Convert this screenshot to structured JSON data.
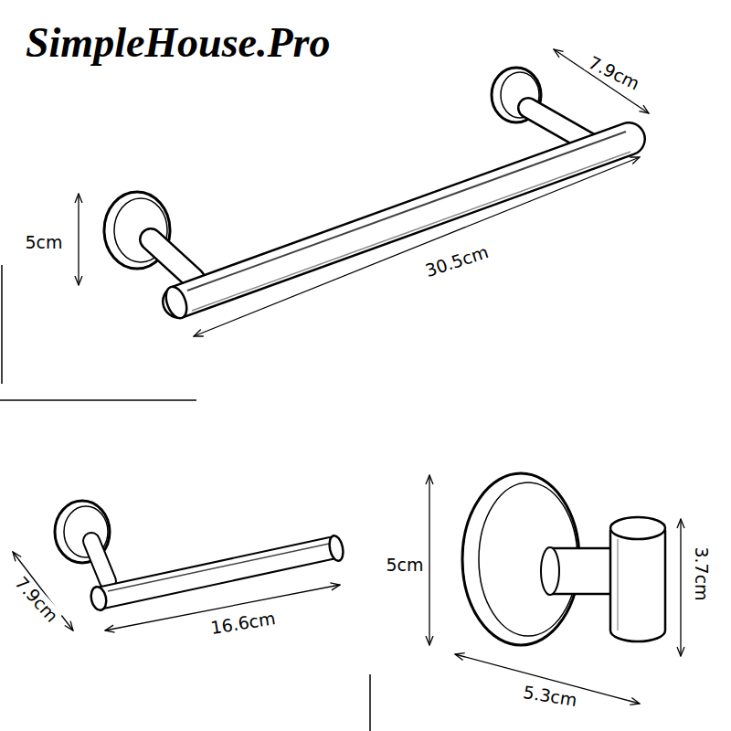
{
  "diagram": {
    "title": "SimpleHouse.Pro",
    "labels": [
      "7.9cm",
      "5cm",
      "30.5cm",
      "7.9cm",
      "16.6cm",
      "5cm",
      "3.7cm",
      "5.3cm"
    ]
  }
}
